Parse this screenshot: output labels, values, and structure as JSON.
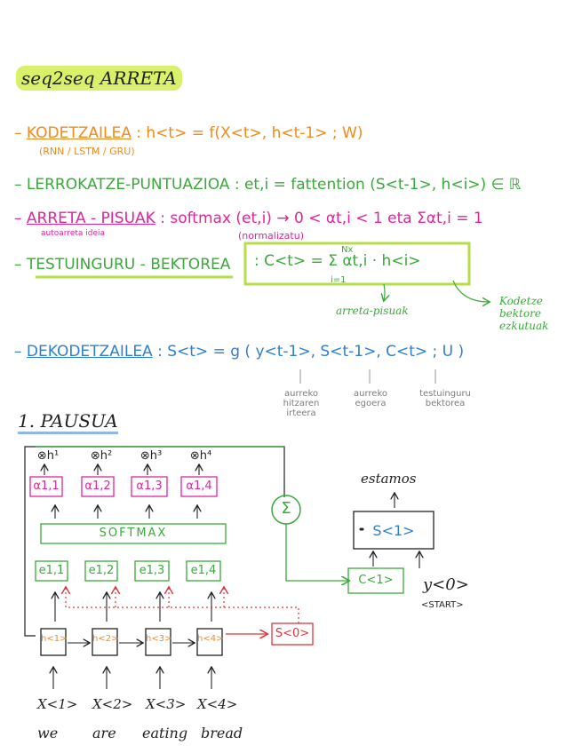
{
  "title": "seq2seq ARRETA",
  "kodetzailea": {
    "label": "KODETZAILEA",
    "sublabel": "(RNN / LSTM / GRU)",
    "formula": ": h<t> = f(X<t>, h<t-1> ; W)"
  },
  "lerrokatze": {
    "label": "LERROKATZE-PUNTUAZIOA",
    "formula": ": et,i = fattention (S<t-1>, h<i>) ∈ ℝ"
  },
  "arreta_pisuak": {
    "label": "ARRETA - PISUAK",
    "sublabel": "autoarreta ideia",
    "formula": ": softmax (et,i) → 0 < αt,i < 1  eta Σαt,i = 1",
    "note": "(normalizatu)"
  },
  "testuinguru": {
    "label": "TESTUINGURU - BEKTOREA",
    "formula": ": C<t> = Σ αt,i · h<i>",
    "sum_top": "Nx",
    "sum_bottom": "i=1",
    "arrow1": "arreta-pisuak",
    "arrow2": "Kodetze bektore ezkutuak"
  },
  "dekodetzailea": {
    "label": "DEKODETZAILEA",
    "formula": ": S<t> = g ( y<t-1>, S<t-1>, C<t> ; U )",
    "notes": [
      "aurreko hitzaren irteera",
      "aurreko egoera",
      "testuinguru bektorea"
    ]
  },
  "pausua": {
    "label": "1. PAUSUA"
  },
  "diagram": {
    "products": [
      "⊗h¹",
      "⊗h²",
      "⊗h³",
      "⊗h⁴"
    ],
    "alphas": [
      "α1,1",
      "α1,2",
      "α1,3",
      "α1,4"
    ],
    "softmax": "SOFTMAX",
    "energies": [
      "e1,1",
      "e1,2",
      "e1,3",
      "e1,4"
    ],
    "hidden": [
      "h<1>",
      "h<2>",
      "h<3>",
      "h<4>"
    ],
    "inputs": [
      "X<1>",
      "X<2>",
      "X<3>",
      "X<4>"
    ],
    "words": [
      "we",
      "are",
      "eating",
      "bread"
    ],
    "sigma": "Σ",
    "s0": "S<0>",
    "context": "C<1>",
    "decoder_state": "S<1>",
    "decoder_input": "y<0>",
    "start": "<START>",
    "output_word": "estamos"
  },
  "colors": {
    "orange": "#f08a1c",
    "green": "#3aa93a",
    "magenta": "#e0249b",
    "blue": "#2f7fd0",
    "red": "#e0353a",
    "highlight": "#d8f06a"
  }
}
